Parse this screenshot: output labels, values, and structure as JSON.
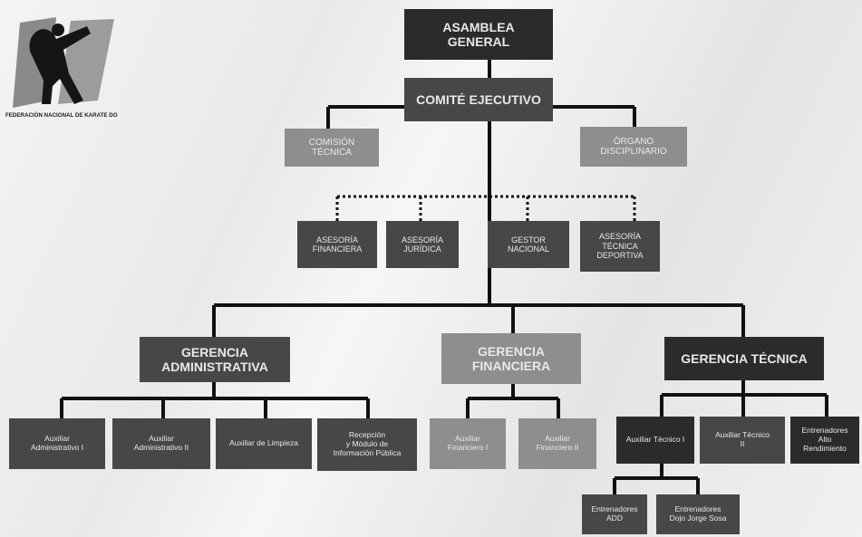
{
  "logo": {
    "name": "FEDERACIÓN NACIONAL DE KARATE DO"
  },
  "nodes": {
    "asamblea": "ASAMBLEA\nGENERAL",
    "comite": "COMITÉ EJECUTIVO",
    "comision": "COMISIÓN\nTÉCNICA",
    "organo": "ÓRGANO\nDISCIPLINARIO",
    "asesoria_financiera": "ASESORÍA\nFINANCIERA",
    "asesoria_juridica": "ASESORÍA\nJURÍDICA",
    "gestor": "GESTOR\nNACIONAL",
    "asesoria_tecnica": "ASESORÍA\nTÉCNICA\nDEPORTIVA",
    "gerencia_admin": "GERENCIA\nADMINISTRATIVA",
    "gerencia_fin": "GERENCIA\nFINANCIERA",
    "gerencia_tec": "GERENCIA TÉCNICA",
    "aux_admin_1": "Auxiliar\nAdministrativo I",
    "aux_admin_2": "Auxiliar\nAdministrativo II",
    "aux_limpieza": "Auxiliar de Limpieza",
    "recepcion": "Recepción\ny Módulo de\nInformación Pública",
    "aux_fin_1": "Auxiliar\nFinanciero I",
    "aux_fin_2": "Auxiliar\nFinanciero II",
    "aux_tec_1": "Auxiliar Técnico I",
    "aux_tec_2": "Auxiliar Técnico\nII",
    "entrenadores_alto": "Entrenadores\nAlto\nRendimiento",
    "entrenadores_add": "Entrenadores\nADD",
    "entrenadores_dojo": "Entrenadores\nDojo Jorge Sosa"
  },
  "colors": {
    "dark": "#2b2b2b",
    "mid": "#474747",
    "grey": "#8e8e8e",
    "line": "#111111"
  }
}
